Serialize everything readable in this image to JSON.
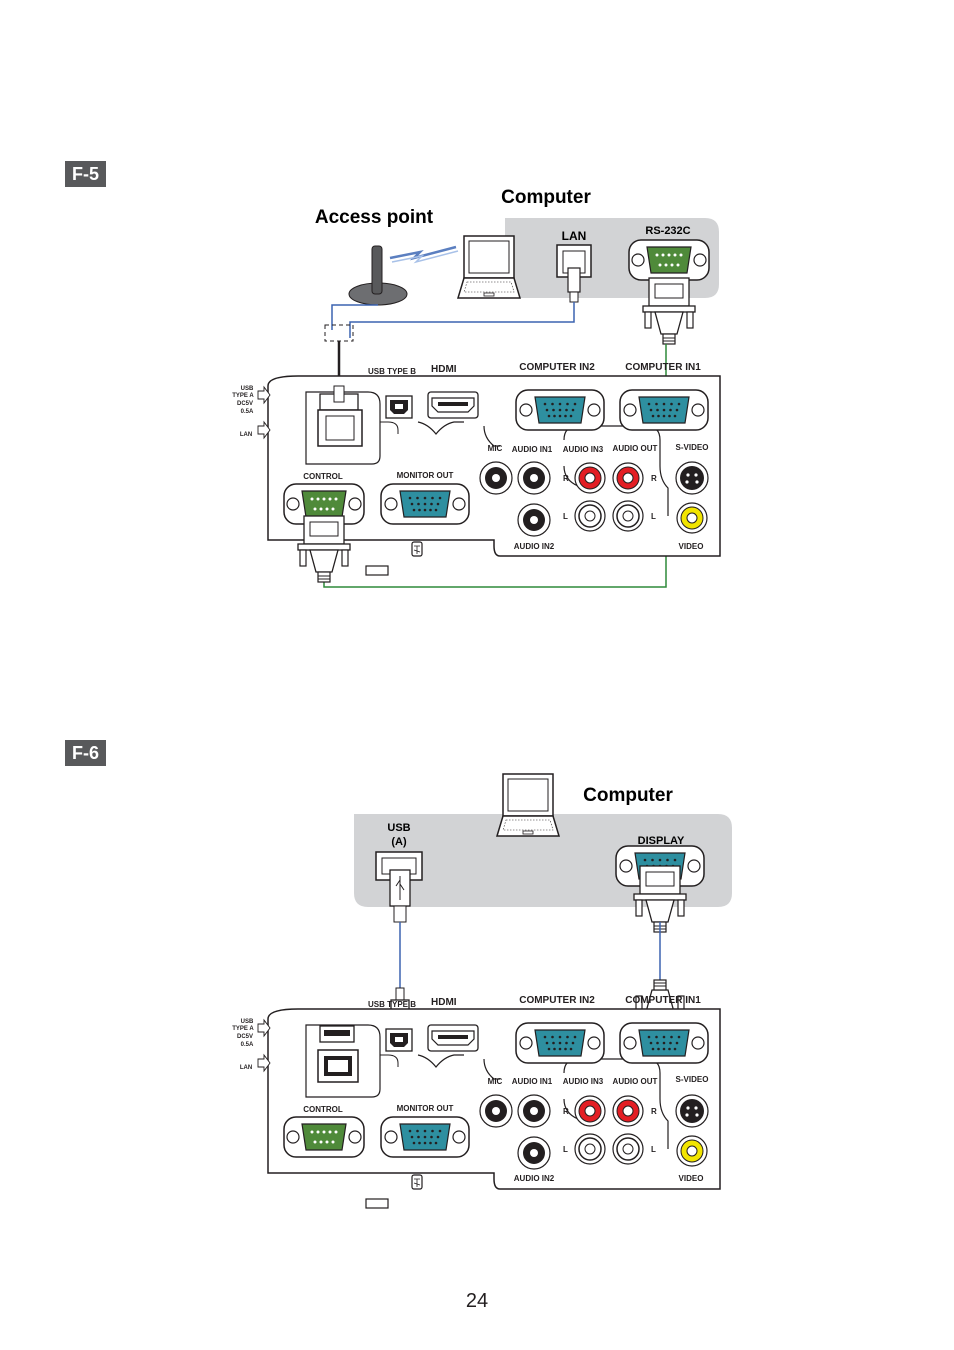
{
  "figures": [
    {
      "tag": "F-5",
      "labels": {
        "computer": "Computer",
        "access_point": "Access point"
      },
      "computer_ports": {
        "lan": "LAN",
        "rs232c": "RS-232C"
      }
    },
    {
      "tag": "F-6",
      "labels": {
        "computer": "Computer"
      },
      "computer_ports": {
        "usb": "USB",
        "usb_sub": "(A)",
        "display": "DISPLAY"
      }
    }
  ],
  "projector_panel": {
    "side": {
      "usb_a1": "USB",
      "usb_a2": "TYPE A",
      "usb_a3": "DC5V",
      "usb_a4": "0.5A",
      "lan": "LAN"
    },
    "ports": {
      "usb_type_b": "USB TYPE B",
      "hdmi": "HDMI",
      "computer_in2": "COMPUTER IN2",
      "computer_in1": "COMPUTER IN1",
      "mic": "MIC",
      "audio_in1": "AUDIO IN1",
      "audio_in3": "AUDIO IN3",
      "audio_out": "AUDIO OUT",
      "s_video": "S-VIDEO",
      "control": "CONTROL",
      "monitor_out": "MONITOR OUT",
      "audio_in2": "AUDIO IN2",
      "video": "VIDEO",
      "r": "R",
      "l": "L"
    }
  },
  "page_number": "24"
}
